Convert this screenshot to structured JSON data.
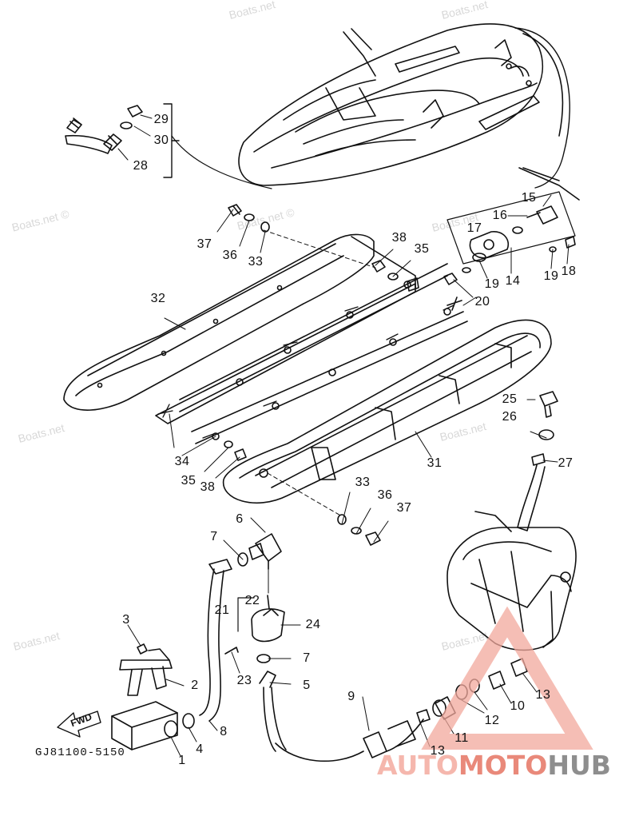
{
  "watermarks": [
    "Boats.net",
    "Boats.net",
    "Boats.net ©",
    "Boats.net ©",
    "Boats.net",
    "Boats.net",
    "Boats.net",
    "Boats.net",
    "Boats.net"
  ],
  "part_numbers": [
    "1",
    "2",
    "3",
    "4",
    "5",
    "6",
    "7",
    "8",
    "9",
    "10",
    "11",
    "12",
    "13",
    "13",
    "14",
    "15",
    "16",
    "17",
    "18",
    "19",
    "19",
    "20",
    "21",
    "22",
    "23",
    "24",
    "25",
    "26",
    "27",
    "28",
    "29",
    "30",
    "31",
    "32",
    "33",
    "33",
    "34",
    "35",
    "35",
    "36",
    "36",
    "37",
    "37",
    "38",
    "38",
    "7"
  ],
  "diagram_code": "GJ81100-5150",
  "fwd_label": "FWD",
  "logo": {
    "part1": "AUTO",
    "part2": "MOTO",
    "part3": "HUB",
    "colors": {
      "auto": "#f5b7ad",
      "moto": "#e9897a",
      "hub": "#8e8e8e"
    }
  }
}
